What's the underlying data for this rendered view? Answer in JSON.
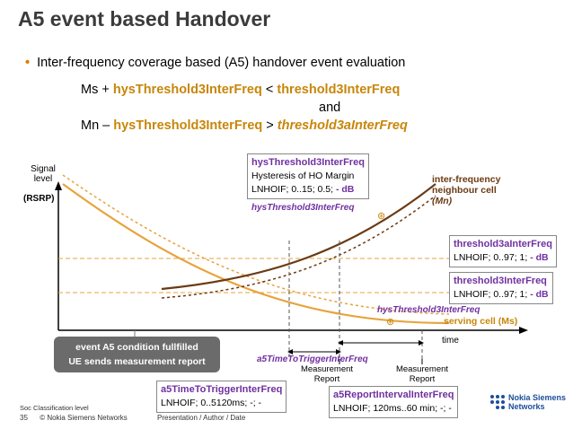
{
  "title": "A5 event based Handover",
  "bullet": "Inter-frequency coverage based (A5) handover event evaluation",
  "eq1": {
    "prefix": "Ms + ",
    "term1": "hysThreshold3InterFreq",
    "op": " < ",
    "term2": "threshold3InterFreq"
  },
  "and": "and",
  "eq2": {
    "prefix": "Mn – ",
    "term1": "hysThreshold3InterFreq",
    "op": " > ",
    "term2": "threshold3aInterFreq"
  },
  "y_axis": {
    "label1": "Signal",
    "label2": "level",
    "label3": "(RSRP)"
  },
  "x_axis": {
    "label": "time"
  },
  "box_hys": {
    "title": "hysThreshold3InterFreq",
    "line1": "Hysteresis of HO Margin",
    "line2_a": "LNHOIF; 0..15; 0.5; ",
    "line2_b": "- dB"
  },
  "box_th3a": {
    "title": "threshold3aInterFreq",
    "line_a": "LNHOIF; 0..97; 1; ",
    "line_b": "- dB"
  },
  "box_th3": {
    "title": "threshold3InterFreq",
    "line_a": "LNHOIF; 0..97; 1; ",
    "line_b": "- dB"
  },
  "box_ttt": {
    "title": "a5TimeToTriggerInterFreq",
    "line": "LNHOIF; 0..5120ms; -; -"
  },
  "box_rep": {
    "title": "a5ReportIntervalInterFreq",
    "line": "LNHOIF; 120ms..60 min; -; -"
  },
  "labels": {
    "hys_upper": "hysThreshold3InterFreq",
    "hys_lower": "hysThreshold3InterFreq",
    "neighbour1": "inter-frequency",
    "neighbour2": "neighbour cell",
    "neighbour3": "(Mn)",
    "serving": "serving cell (Ms)",
    "ttt": "a5TimeToTriggerInterFreq",
    "meas1a": "Measurement",
    "meas1b": "Report",
    "meas2a": "Measurement",
    "meas2b": "Report"
  },
  "condition": {
    "line1": "event A5 condition fullfilled",
    "line2": "UE sends measurement report"
  },
  "footer": {
    "classification": "Soc Classification level",
    "page": "35",
    "company": "© Nokia Siemens Networks",
    "presentation": "Presentation / Author / Date"
  },
  "logo": {
    "line1": "Nokia Siemens",
    "line2": "Networks"
  },
  "colors": {
    "orange": "#e8a33c",
    "dark_brown": "#6b3a12",
    "purple": "#7030a0",
    "gold": "#c8860a"
  }
}
